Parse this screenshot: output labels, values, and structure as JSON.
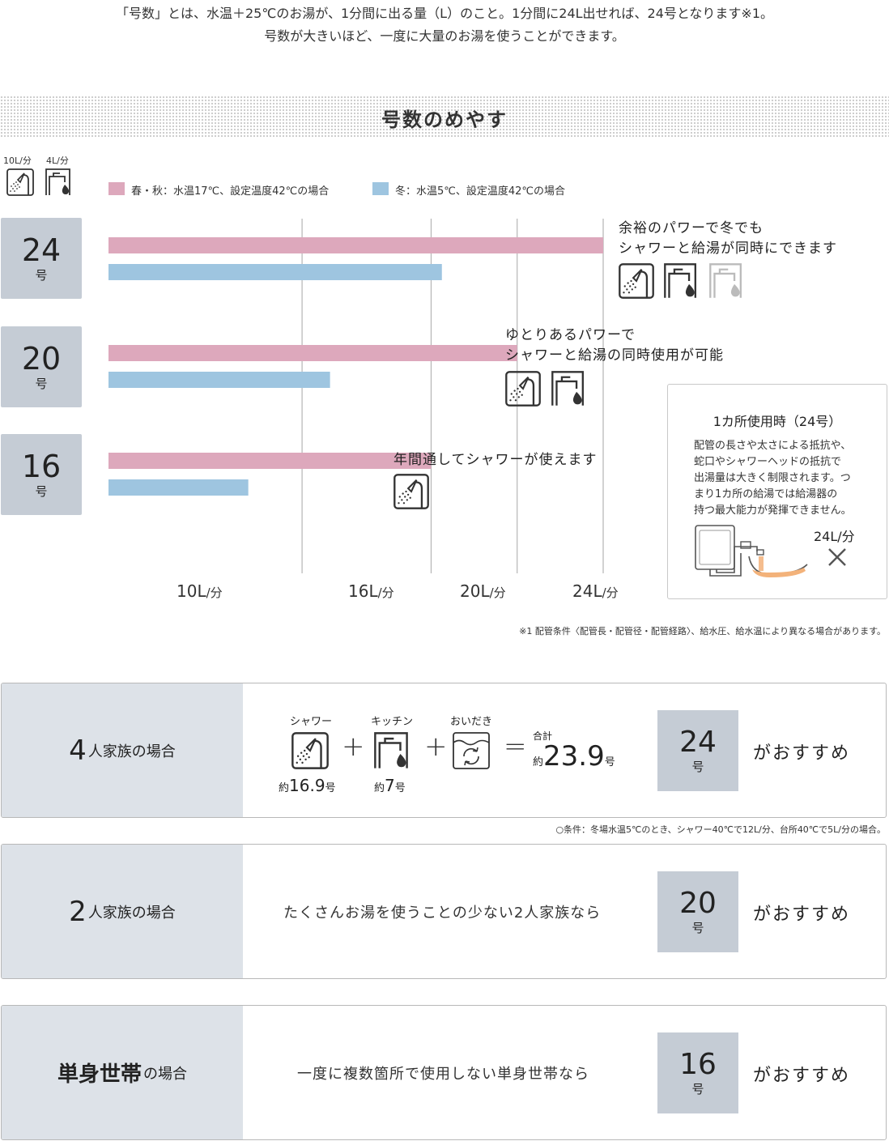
{
  "intro": {
    "line1": "「号数」とは、水温＋25℃のお湯が、1分間に出る量（L）のこと。1分間に24L出せれば、24号となります※1。",
    "line2": "号数が大きいほど、一度に大量のお湯を使うことができます。"
  },
  "section_title": "号数のめやす",
  "icon_units": {
    "shower": "10L/分",
    "faucet": "4L/分"
  },
  "icons": {
    "shower": "shower-icon",
    "faucet": "faucet-icon",
    "bath": "bath-reheat-icon",
    "cross": "cross-icon"
  },
  "colors": {
    "spring_autumn": "#dda8bc",
    "winter": "#9ec5e0",
    "gou_box": "#c5ccd5",
    "card_left": "#dde2e8",
    "water": "#f3b27a"
  },
  "chart_data": {
    "type": "bar",
    "orientation": "horizontal",
    "categories": [
      "24",
      "20",
      "16"
    ],
    "category_suffix": "号",
    "series": [
      {
        "name": "春・秋：水温17℃、設定温度42℃の場合",
        "values": [
          24,
          20,
          16
        ]
      },
      {
        "name": "冬：水温5℃、設定温度42℃の場合",
        "values": [
          16.5,
          11.3,
          7.5
        ]
      }
    ],
    "xticks": [
      10,
      16,
      20,
      24
    ],
    "xtick_labels": [
      "10L",
      "16L",
      "20L",
      "24L"
    ],
    "xtick_unit": "/分",
    "xlim": [
      1,
      24
    ],
    "grid": true,
    "legend": "top"
  },
  "annotations": [
    {
      "line1": "余裕のパワーで冬でも",
      "line2": "シャワーと給湯が同時にできます"
    },
    {
      "line1": "ゆとりあるパワーで",
      "line2": "シャワーと給湯の同時使用が可能"
    },
    {
      "line1": "年間通してシャワーが使えます",
      "line2": ""
    }
  ],
  "note_box": {
    "title": "1カ所使用時（24号）",
    "body": [
      "配管の長さや太さによる抵抗や、",
      "蛇口やシャワーヘッドの抵抗で",
      "出湯量は大きく制限されます。つ",
      "まり1カ所の給湯では給湯器の",
      "持つ最大能力が発揮できません。"
    ],
    "flow_label": "24L/分"
  },
  "footnote1": "※1 配管条件〈配管長・配管径・配管経路〉、給水圧、給水温により異なる場合があります。",
  "cards": [
    {
      "head_num": "4",
      "head_text": "人家族の場合",
      "calc": {
        "shower_label": "シャワー",
        "kitchen_label": "キッチン",
        "bath_label": "おいだき",
        "shower_prefix": "約",
        "shower_value": "16.9",
        "shower_unit": "号",
        "kitchen_prefix": "約",
        "kitchen_value": "7",
        "kitchen_unit": "号",
        "plus": "+",
        "equals": "=",
        "total_label": "合計",
        "total_prefix": "約",
        "total_value": "23.9",
        "total_unit": "号"
      },
      "rec_num": "24",
      "rec_suffix": "号",
      "rec_text": "がおすすめ"
    },
    {
      "head_num": "2",
      "head_text": "人家族の場合",
      "desc": "たくさんお湯を使うことの少ない2人家族なら",
      "rec_num": "20",
      "rec_suffix": "号",
      "rec_text": "がおすすめ"
    },
    {
      "head_bold": "単身世帯",
      "head_text": "の場合",
      "desc": "一度に複数箇所で使用しない単身世帯なら",
      "rec_num": "16",
      "rec_suffix": "号",
      "rec_text": "がおすすめ"
    }
  ],
  "card_note": "○条件：冬場水温5℃のとき、シャワー40℃で12L/分、台所40℃で5L/分の場合。"
}
